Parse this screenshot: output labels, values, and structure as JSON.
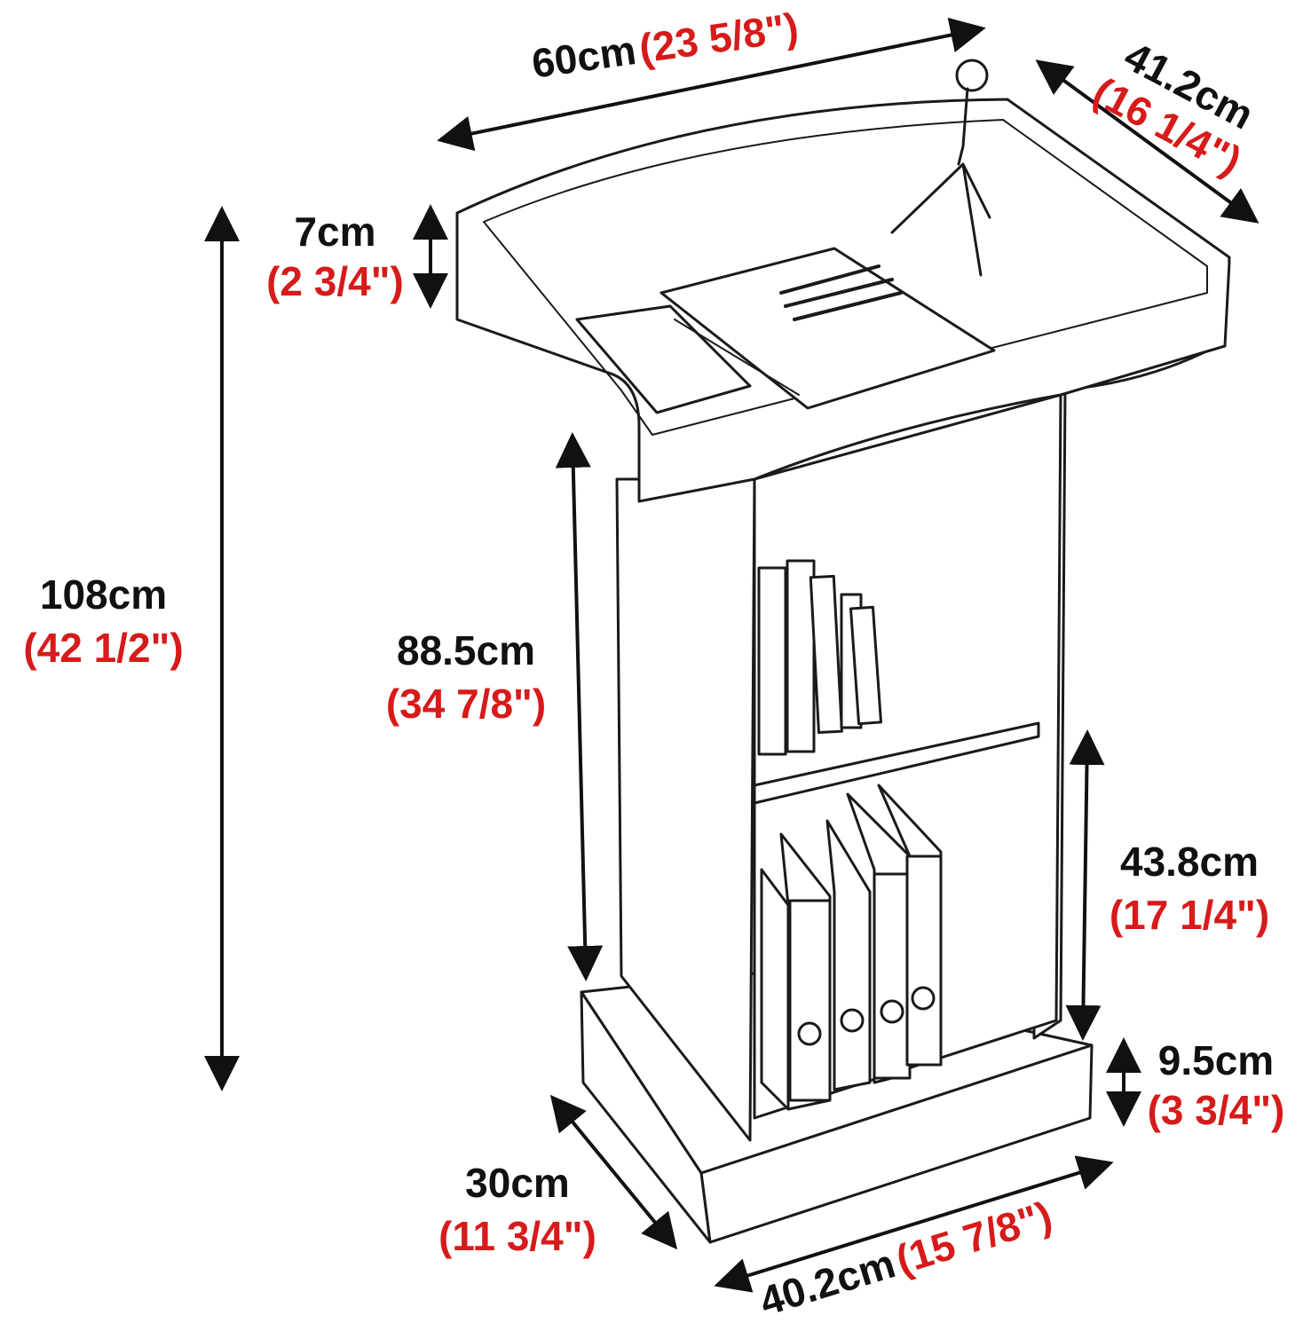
{
  "colors": {
    "metric": "#111111",
    "imperial": "#d71a1a",
    "line": "#1a1a1a"
  },
  "dimensions": {
    "top_width": {
      "cm": "60cm",
      "inch": "(23 5/8\")"
    },
    "top_depth": {
      "cm": "41.2cm",
      "inch": "(16 1/4\")"
    },
    "lip_height": {
      "cm": "7cm",
      "inch": "(2 3/4\")"
    },
    "total_height": {
      "cm": "108cm",
      "inch": "(42 1/2\")"
    },
    "column_height": {
      "cm": "88.5cm",
      "inch": "(34 7/8\")"
    },
    "shelf_height": {
      "cm": "43.8cm",
      "inch": "(17 1/4\")"
    },
    "base_height": {
      "cm": "9.5cm",
      "inch": "(3 3/4\")"
    },
    "base_depth": {
      "cm": "30cm",
      "inch": "(11 3/4\")"
    },
    "base_width": {
      "cm": "40.2cm",
      "inch": "(15 7/8\")"
    }
  },
  "illustration": {
    "subject": "podium-lectern",
    "contents": [
      "book",
      "microphone",
      "books",
      "binders"
    ]
  }
}
